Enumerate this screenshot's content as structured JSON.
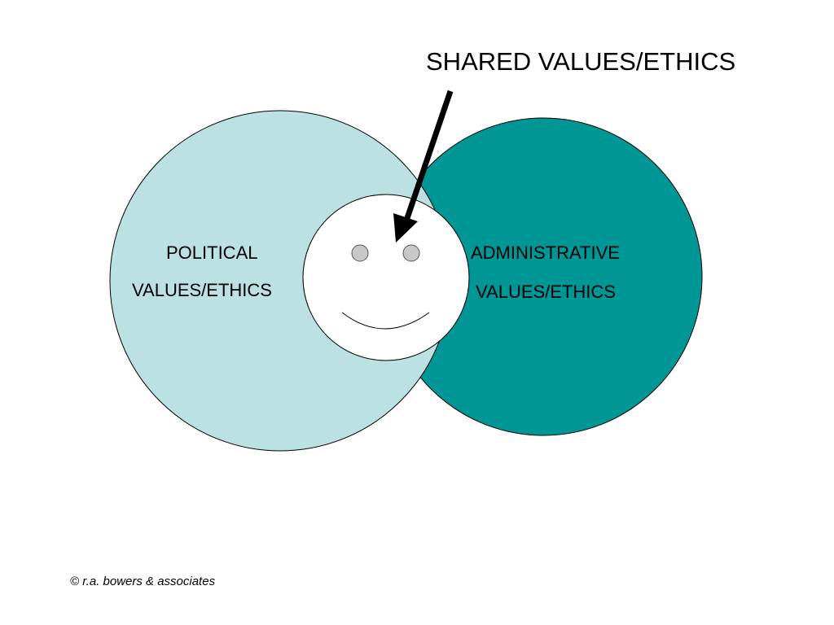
{
  "title": "SHARED VALUES/ETHICS",
  "left_circle": {
    "line1": "POLITICAL",
    "line2": "VALUES/ETHICS",
    "color": "#bce1e3"
  },
  "right_circle": {
    "line1": "ADMINISTRATIVE",
    "line2": "VALUES/ETHICS",
    "color": "#009696"
  },
  "center_face": {
    "icon": "smiley-face-icon",
    "fill": "#ffffff",
    "eye_color": "#c8c8c8"
  },
  "arrow": {
    "icon": "arrow-icon",
    "color": "#000000"
  },
  "footer": {
    "copyright": "© r.a. bowers & associates"
  }
}
